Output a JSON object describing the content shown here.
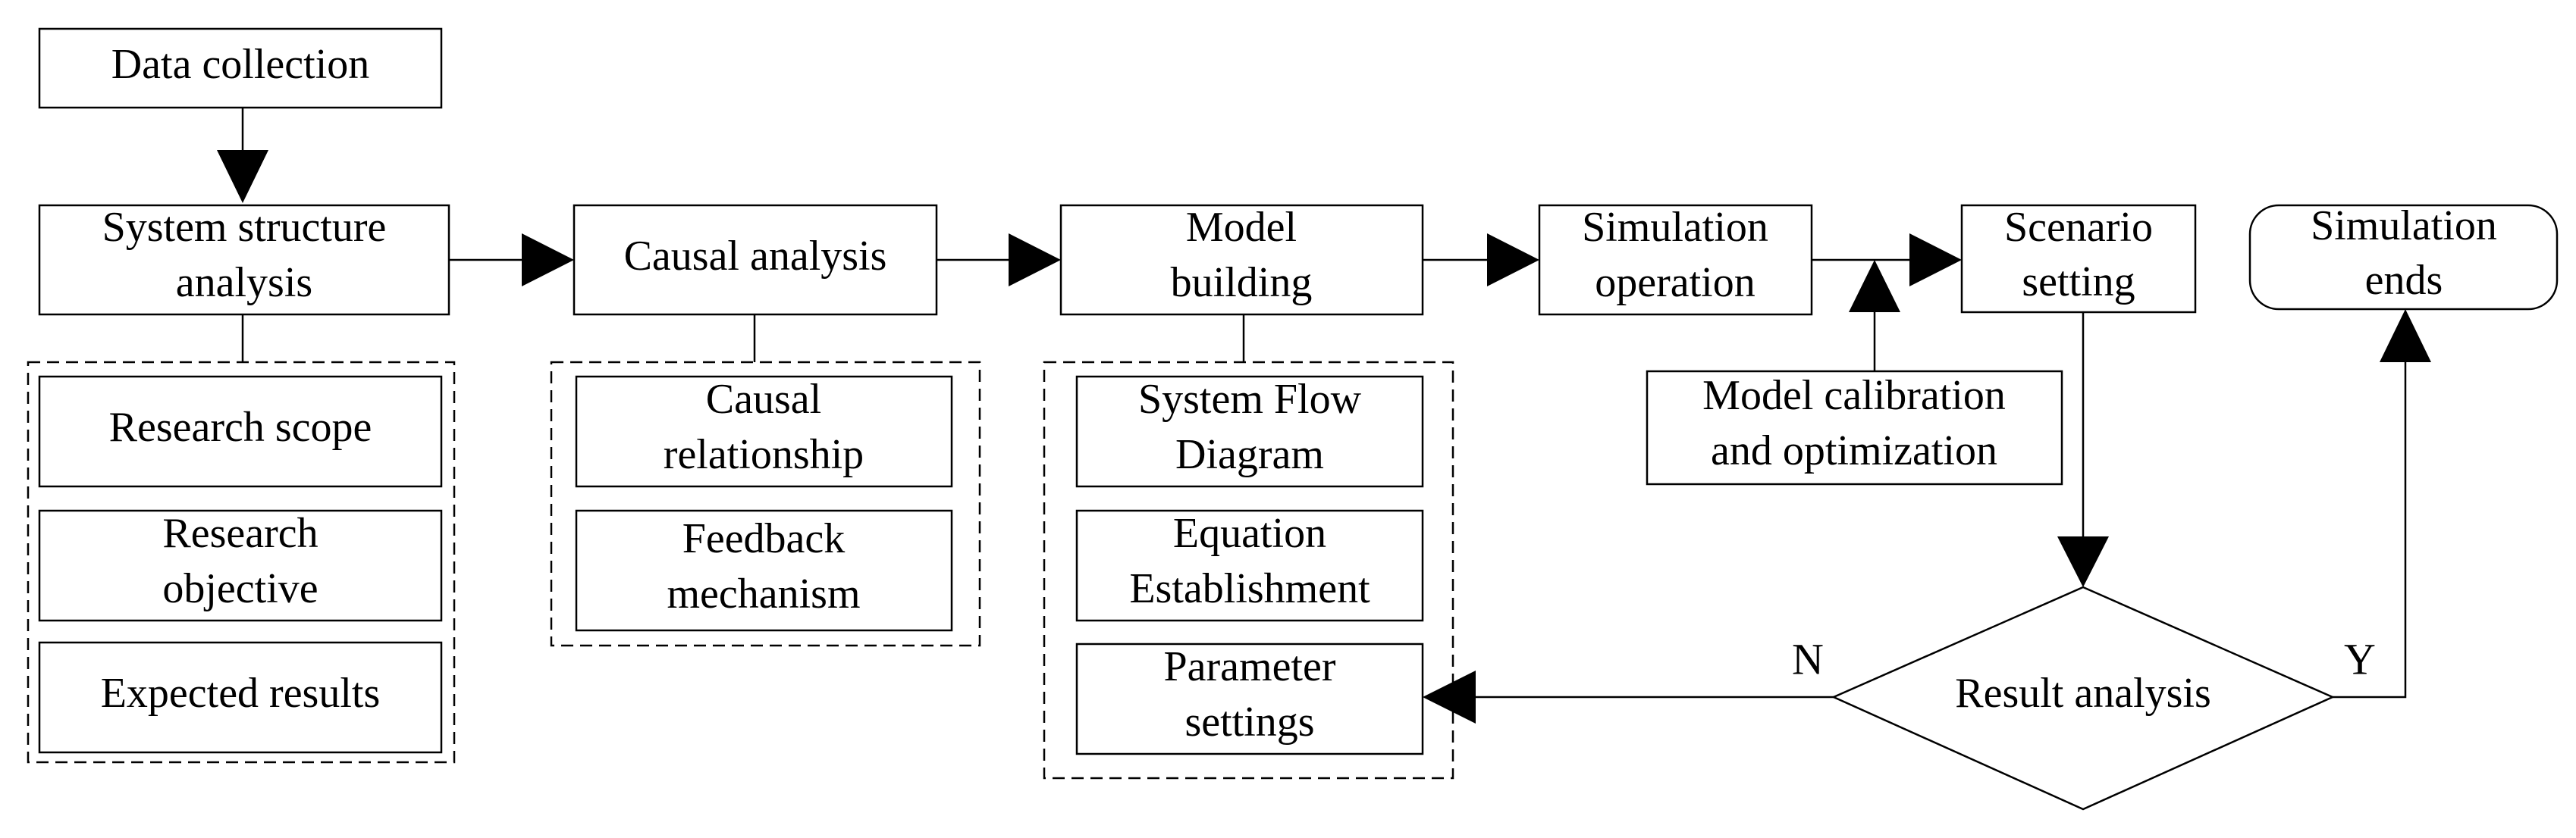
{
  "nodes": {
    "data_collection": [
      "Data collection"
    ],
    "system_structure_analysis": [
      "System structure",
      "analysis"
    ],
    "research_scope": [
      "Research scope"
    ],
    "research_objective": [
      "Research",
      "objective"
    ],
    "expected_results": [
      "Expected results"
    ],
    "causal_analysis": [
      "Causal analysis"
    ],
    "causal_relationship": [
      "Causal",
      "relationship"
    ],
    "feedback_mechanism": [
      "Feedback",
      "mechanism"
    ],
    "model_building": [
      "Model",
      "building"
    ],
    "system_flow_diagram": [
      "System Flow",
      "Diagram"
    ],
    "equation_establishment": [
      "Equation",
      "Establishment"
    ],
    "parameter_settings": [
      "Parameter",
      "settings"
    ],
    "simulation_operation": [
      "Simulation",
      "operation"
    ],
    "scenario_setting": [
      "Scenario",
      "setting"
    ],
    "model_calibration": [
      "Model calibration",
      "and optimization"
    ],
    "simulation_ends": [
      "Simulation",
      "ends"
    ],
    "result_analysis": [
      "Result analysis"
    ]
  },
  "branches": {
    "no": "N",
    "yes": "Y"
  }
}
